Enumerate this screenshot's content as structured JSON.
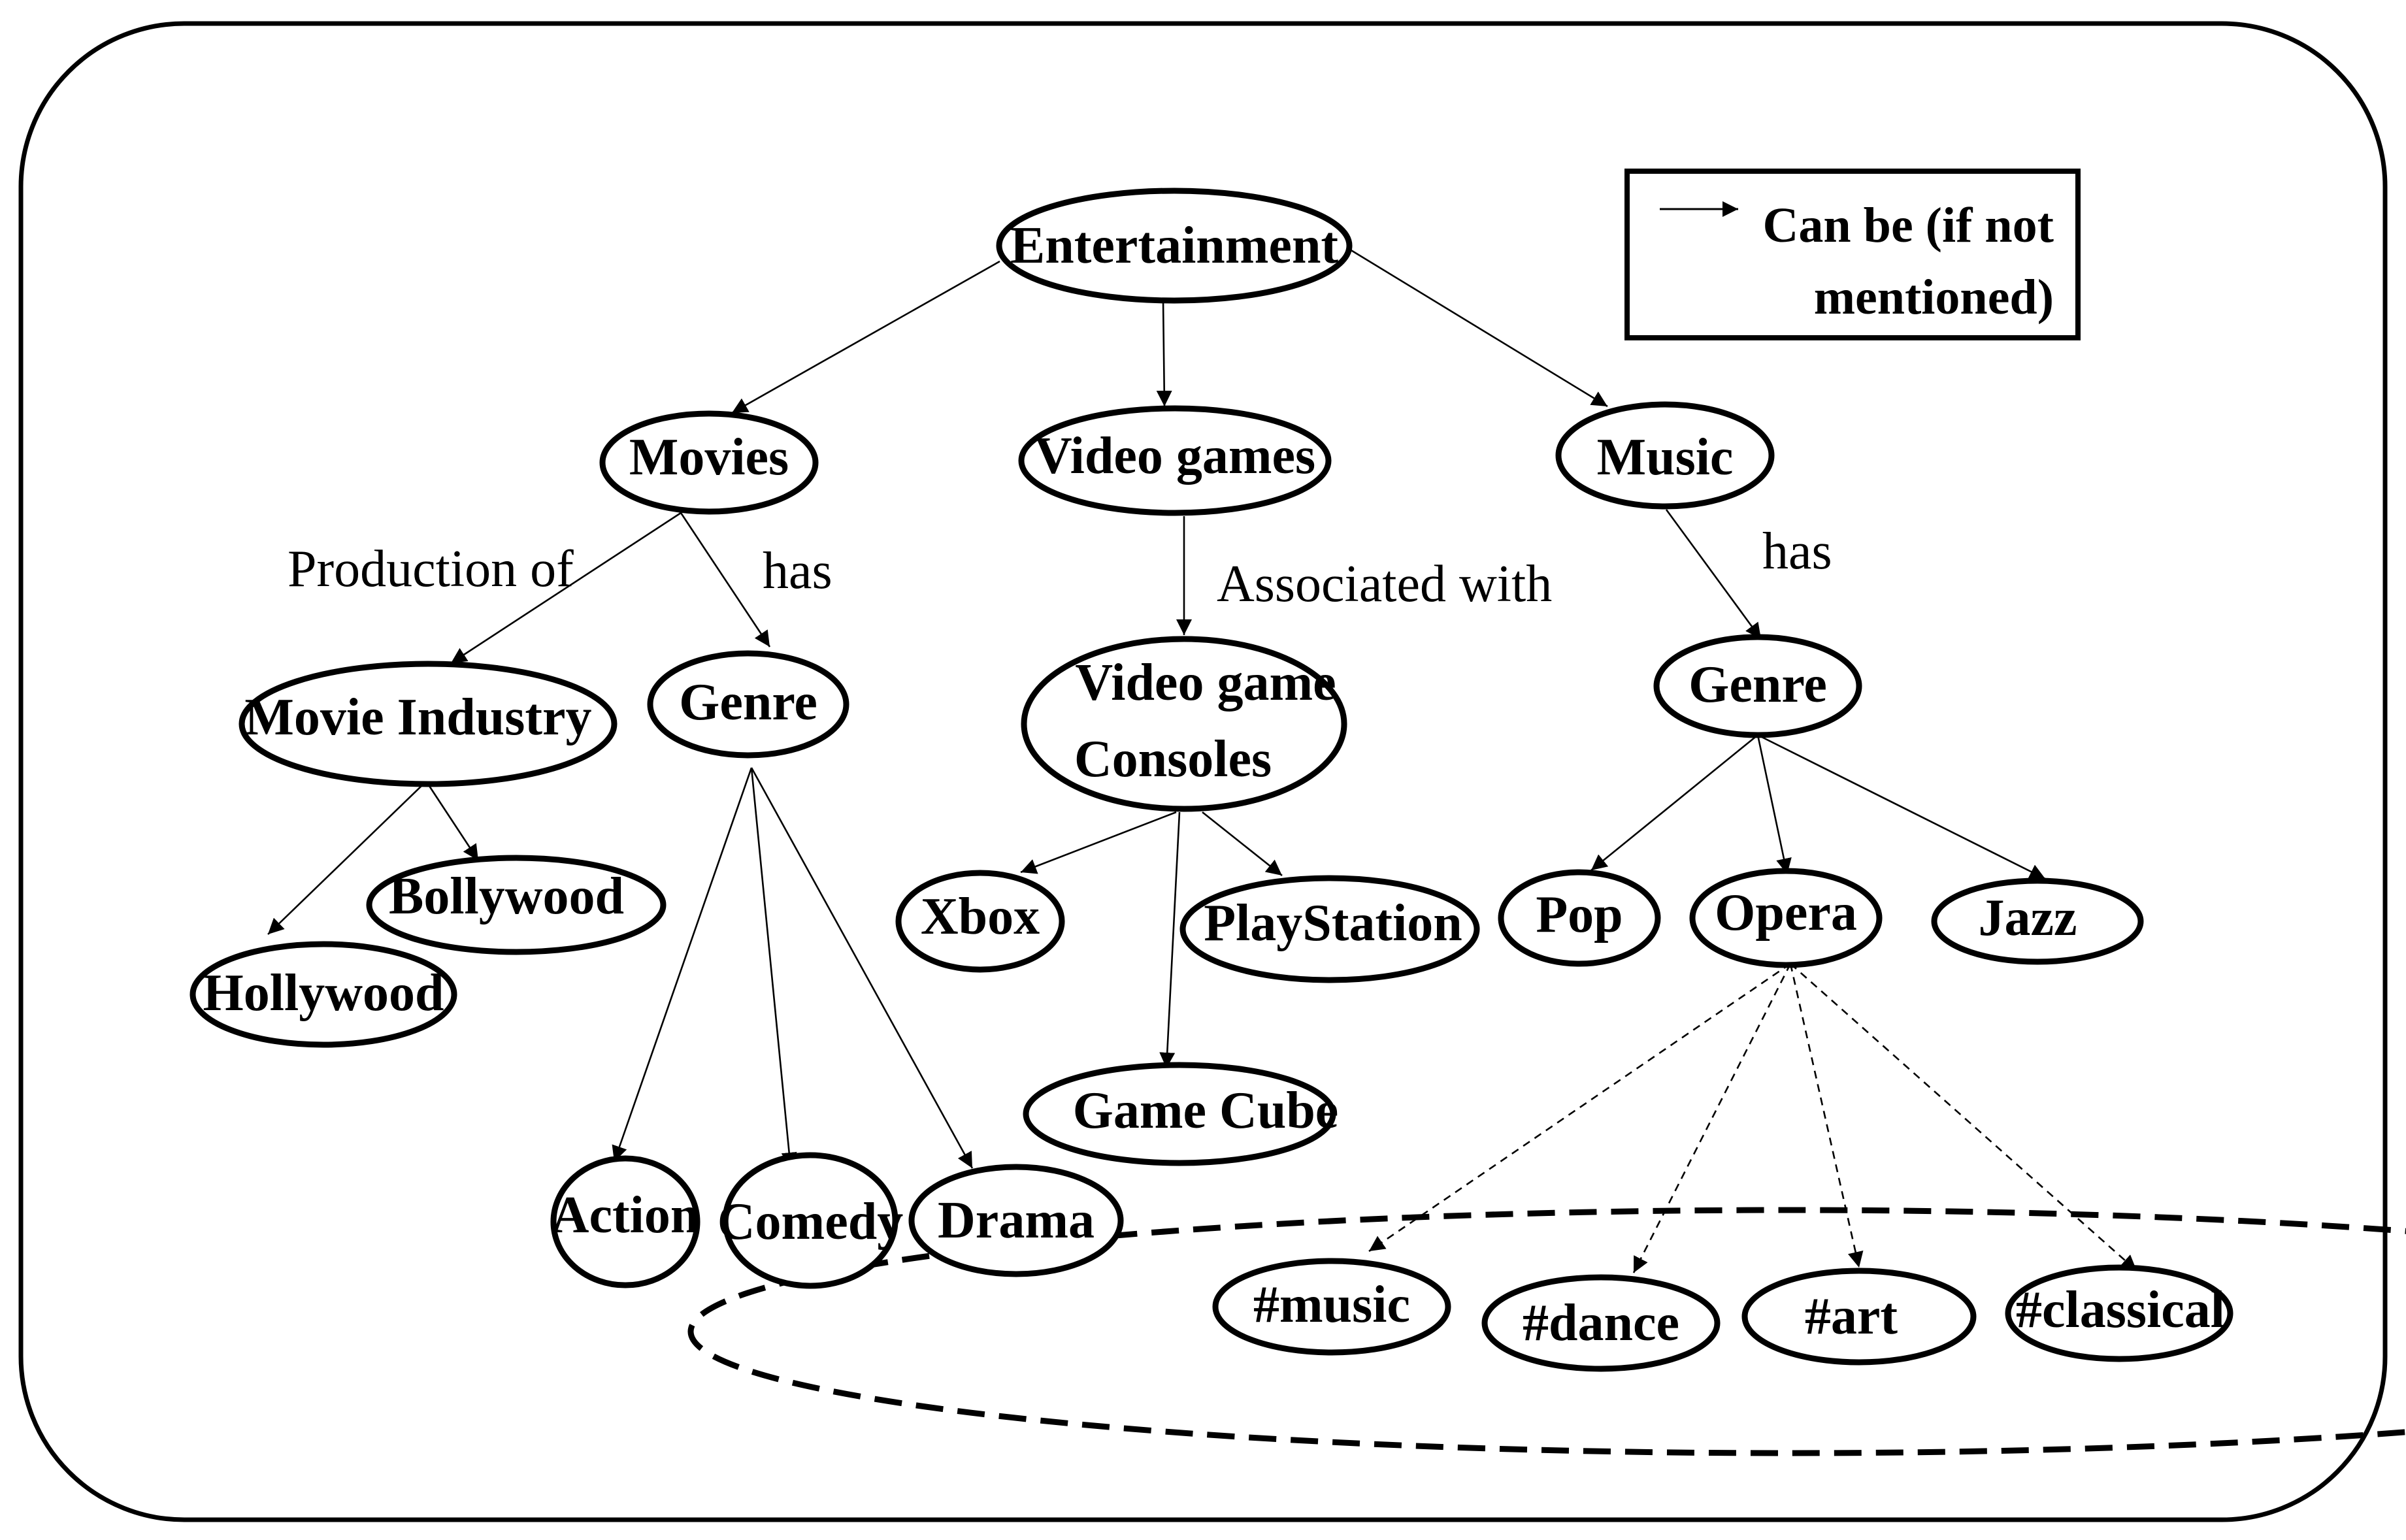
{
  "legend": {
    "line1": "Can be (if not",
    "line2": "mentioned)"
  },
  "nodes": {
    "entertainment": "Entertainment",
    "movies": "Movies",
    "video_games": "Video games",
    "music": "Music",
    "movie_industry": "Movie Industry",
    "movies_genre": "Genre",
    "consoles_line1": "Video game",
    "consoles_line2": "Consoles",
    "music_genre": "Genre",
    "bollywood": "Bollywood",
    "hollywood": "Hollywood",
    "action": "Action",
    "comedy": "Comedy",
    "drama": "Drama",
    "xbox": "Xbox",
    "playstation": "PlayStation",
    "game_cube": "Game Cube",
    "pop": "Pop",
    "opera": "Opera",
    "jazz": "Jazz",
    "tag_music": "#music",
    "tag_dance": "#dance",
    "tag_art": "#art",
    "tag_classical": "#classical"
  },
  "edge_labels": {
    "production_of": "Production of",
    "movies_has": "has",
    "associated_with": "Associated with",
    "music_has": "has"
  }
}
